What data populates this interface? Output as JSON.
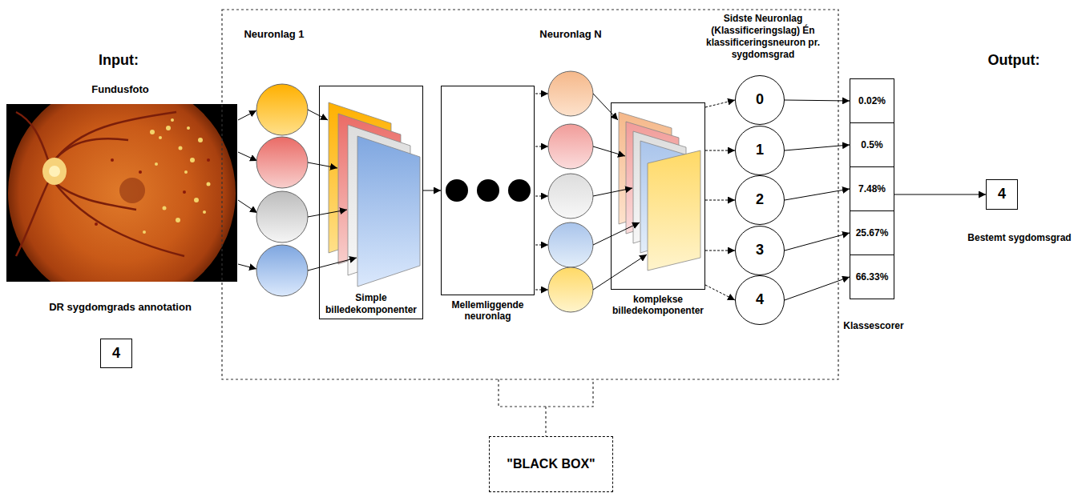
{
  "diagram": {
    "nodes": [
      {
        "text": [
          "4"
        ]
      },
      {
        "text": [
          "Simple billedekomponenter"
        ]
      },
      {
        "text": [
          "Mellemliggende neuronlag"
        ]
      },
      {
        "text": [
          "komplekse billedekomponenter"
        ]
      },
      {
        "text": [
          "0"
        ]
      },
      {
        "text": [
          "1"
        ]
      },
      {
        "text": [
          "2"
        ]
      },
      {
        "text": [
          "3"
        ]
      },
      {
        "text": [
          "4"
        ]
      },
      {
        "text": [
          "0.02%"
        ]
      },
      {
        "text": [
          "0.5%"
        ]
      },
      {
        "text": [
          "7.48%"
        ]
      },
      {
        "text": [
          "25.67%"
        ]
      },
      {
        "text": [
          "66.33%"
        ]
      },
      {
        "text": [
          "4"
        ]
      },
      {
        "text": [
          "\"BLACK BOX\""
        ]
      }
    ],
    "edges": [
      {
        "from": 1,
        "to": 2,
        "arrow": "to"
      },
      {
        "from": 4,
        "to": 9,
        "arrow": "to"
      },
      {
        "from": 5,
        "to": 10,
        "arrow": "to"
      },
      {
        "from": 6,
        "to": 11,
        "arrow": "to"
      },
      {
        "from": 7,
        "to": 12,
        "arrow": "to"
      },
      {
        "from": 8,
        "to": 13,
        "arrow": "to"
      },
      {
        "from": 11,
        "to": 14,
        "arrow": "to"
      },
      {
        "from": 3,
        "to": 4,
        "arrow": "to"
      },
      {
        "from": 3,
        "to": 5,
        "arrow": "to"
      },
      {
        "from": 3,
        "to": 6,
        "arrow": "to"
      },
      {
        "from": 3,
        "to": 7,
        "arrow": "to"
      },
      {
        "from": 3,
        "to": 8,
        "arrow": "to"
      }
    ],
    "labels": [
      "Input:",
      "Fundusfoto",
      "DR sygdomgrads annotation",
      "Neuronlag 1",
      "Neuronlag N",
      "Sidste Neuronlag (Klassificeringslag) Én klassificeringsneuron pr. sygdomsgrad",
      "Output:",
      "Bestemt sygdomsgrad",
      "Klassescorer"
    ]
  }
}
